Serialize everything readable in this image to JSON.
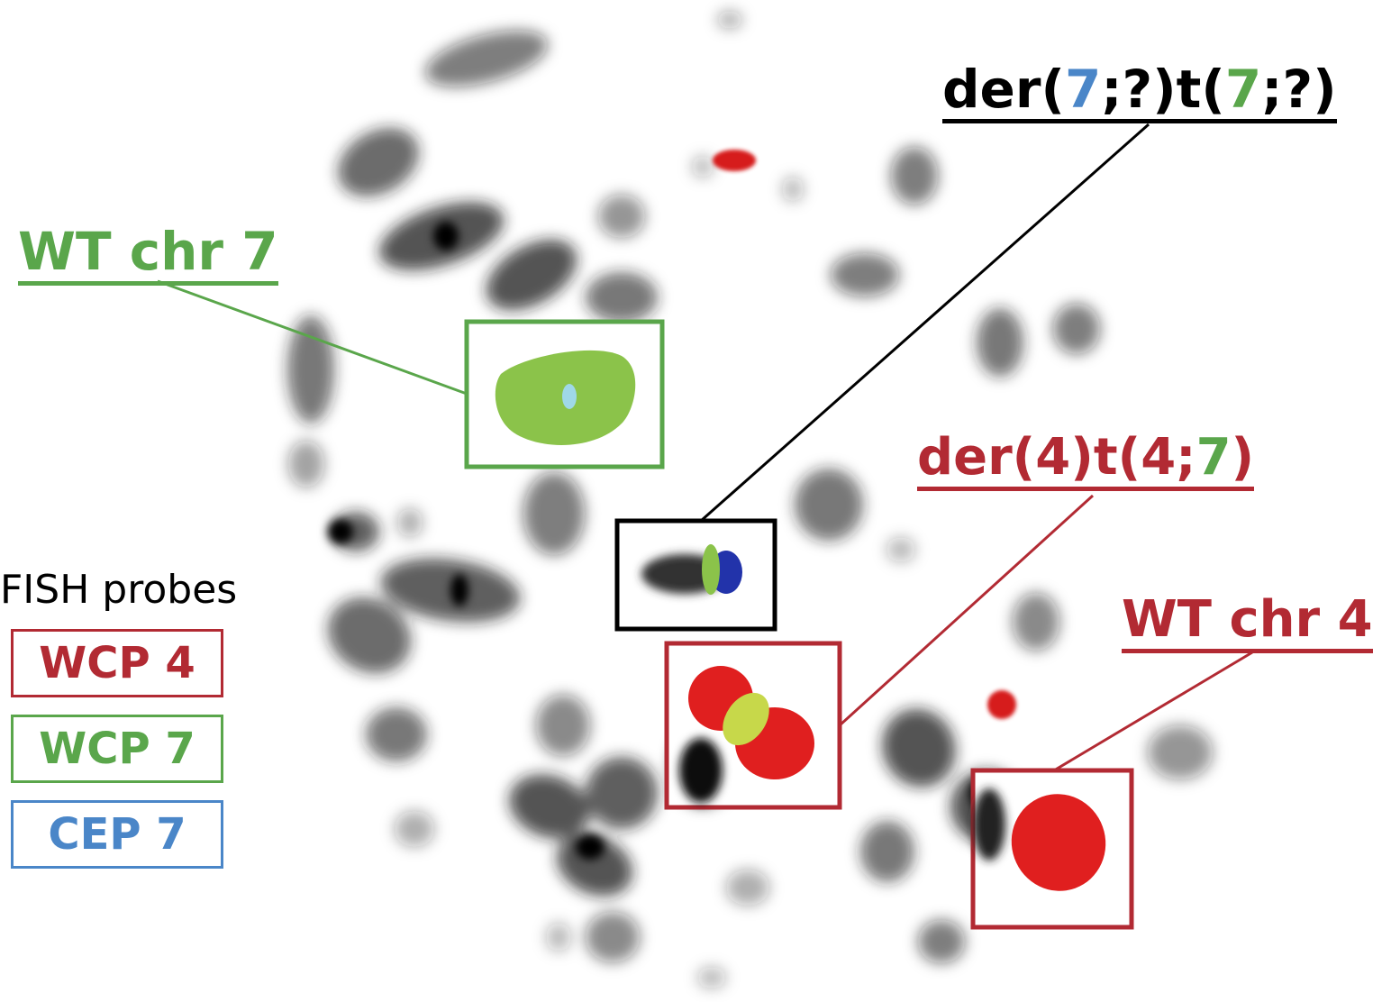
{
  "colors": {
    "red": "#b22a33",
    "green": "#5aa64b",
    "blue": "#4a86c8",
    "black": "#000000"
  },
  "labels": {
    "der7": {
      "parts": [
        {
          "text": "der(",
          "color": "black"
        },
        {
          "text": "7",
          "color": "blue"
        },
        {
          "text": ";?)t(",
          "color": "black"
        },
        {
          "text": "7",
          "color": "green"
        },
        {
          "text": ";?)",
          "color": "black"
        }
      ]
    },
    "wt_chr7": "WT chr 7",
    "der4": {
      "parts": [
        {
          "text": "der(4)t(4;",
          "color": "red"
        },
        {
          "text": "7",
          "color": "green"
        },
        {
          "text": ")",
          "color": "red"
        }
      ]
    },
    "wt_chr4": "WT chr 4"
  },
  "legend": {
    "title": "FISH probes",
    "items": [
      {
        "label": "WCP 4",
        "color": "red"
      },
      {
        "label": "WCP 7",
        "color": "green"
      },
      {
        "label": "CEP 7",
        "color": "blue"
      }
    ]
  }
}
